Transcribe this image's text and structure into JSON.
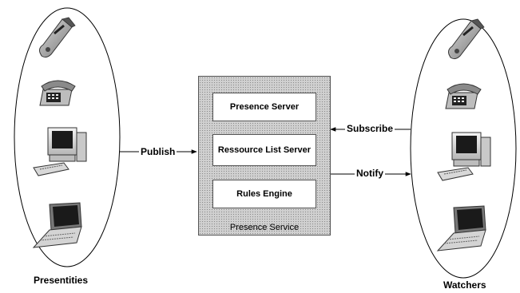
{
  "presentities_label": "Presentities",
  "watchers_label": "Watchers",
  "service": {
    "label": "Presence Service",
    "components": [
      "Presence Server",
      "Ressource List Server",
      "Rules Engine"
    ]
  },
  "arrows": {
    "publish": "Publish",
    "subscribe": "Subscribe",
    "notify": "Notify"
  },
  "devices": [
    "mobile-phone-icon",
    "desk-phone-icon",
    "desktop-computer-icon",
    "laptop-icon"
  ]
}
